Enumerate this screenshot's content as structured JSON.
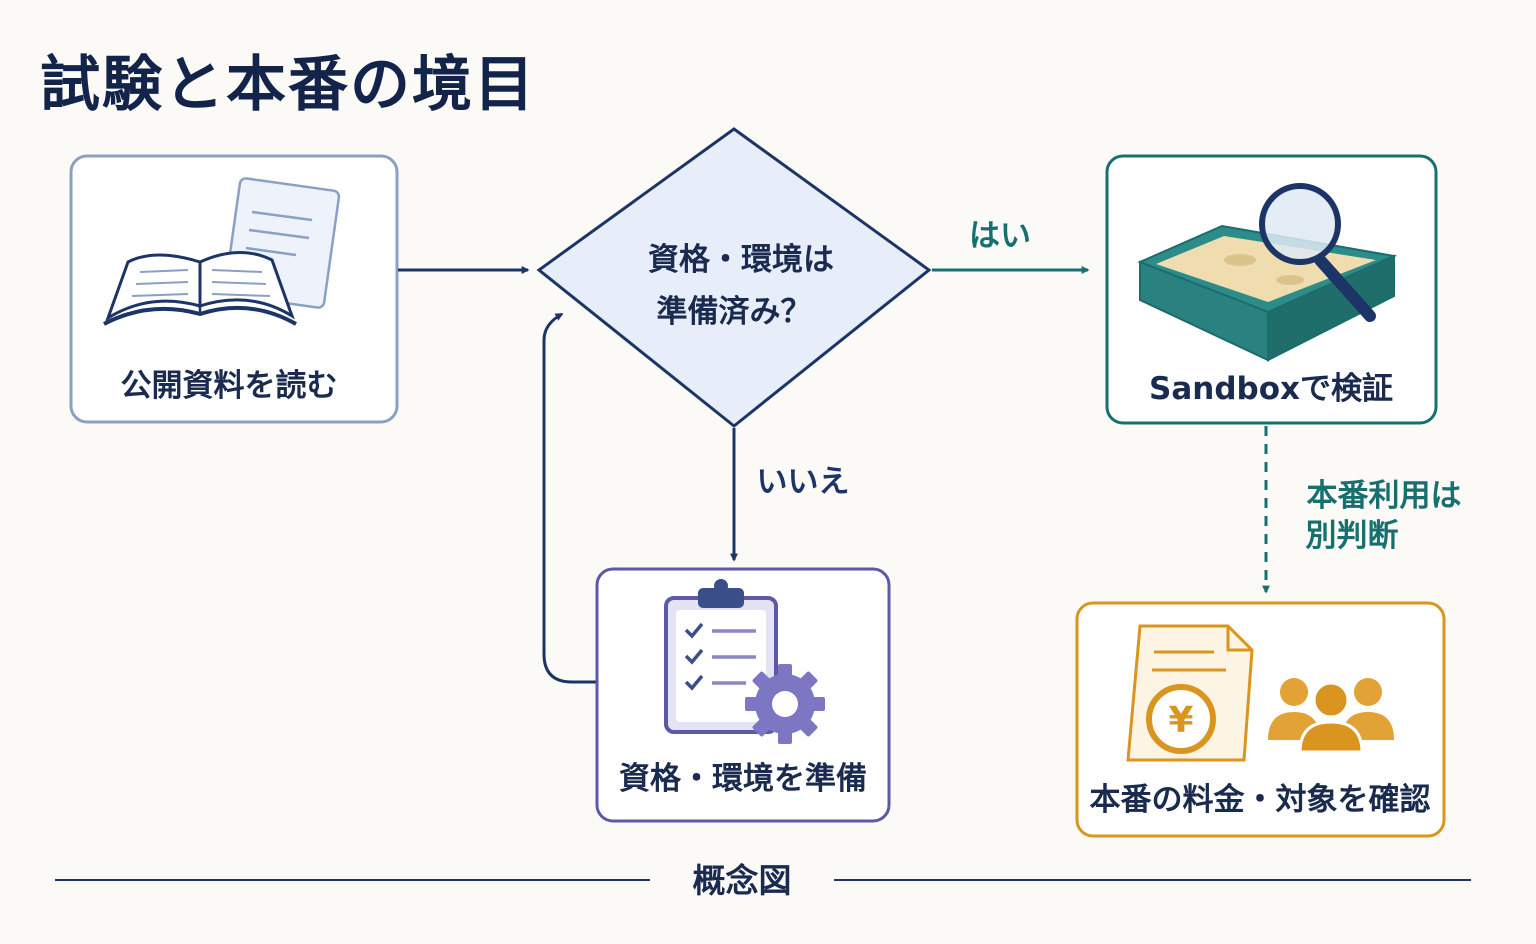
{
  "title": "試験と本番の境目",
  "nodes": {
    "read_docs": {
      "label": "公開資料を読む",
      "icon": "open-book-icon"
    },
    "decision": {
      "line1": "資格・環境は",
      "line2": "準備済み？"
    },
    "prepare": {
      "label": "資格・環境を準備",
      "icon": "clipboard-gear-icon"
    },
    "sandbox": {
      "label": "Sandboxで検証",
      "icon": "sandbox-magnifier-icon"
    },
    "production": {
      "label": "本番の料金・対象を確認",
      "icon": "yen-document-users-icon"
    }
  },
  "edges": {
    "yes": "はい",
    "no": "いいえ",
    "production_note_line1": "本番利用は",
    "production_note_line2": "別判断"
  },
  "footer": {
    "caption": "概念図"
  },
  "colors": {
    "navy": "#1c3566",
    "teal": "#17706f",
    "purple": "#5d58a8",
    "orange": "#d9951f",
    "decision_fill": "#e7eef9"
  }
}
